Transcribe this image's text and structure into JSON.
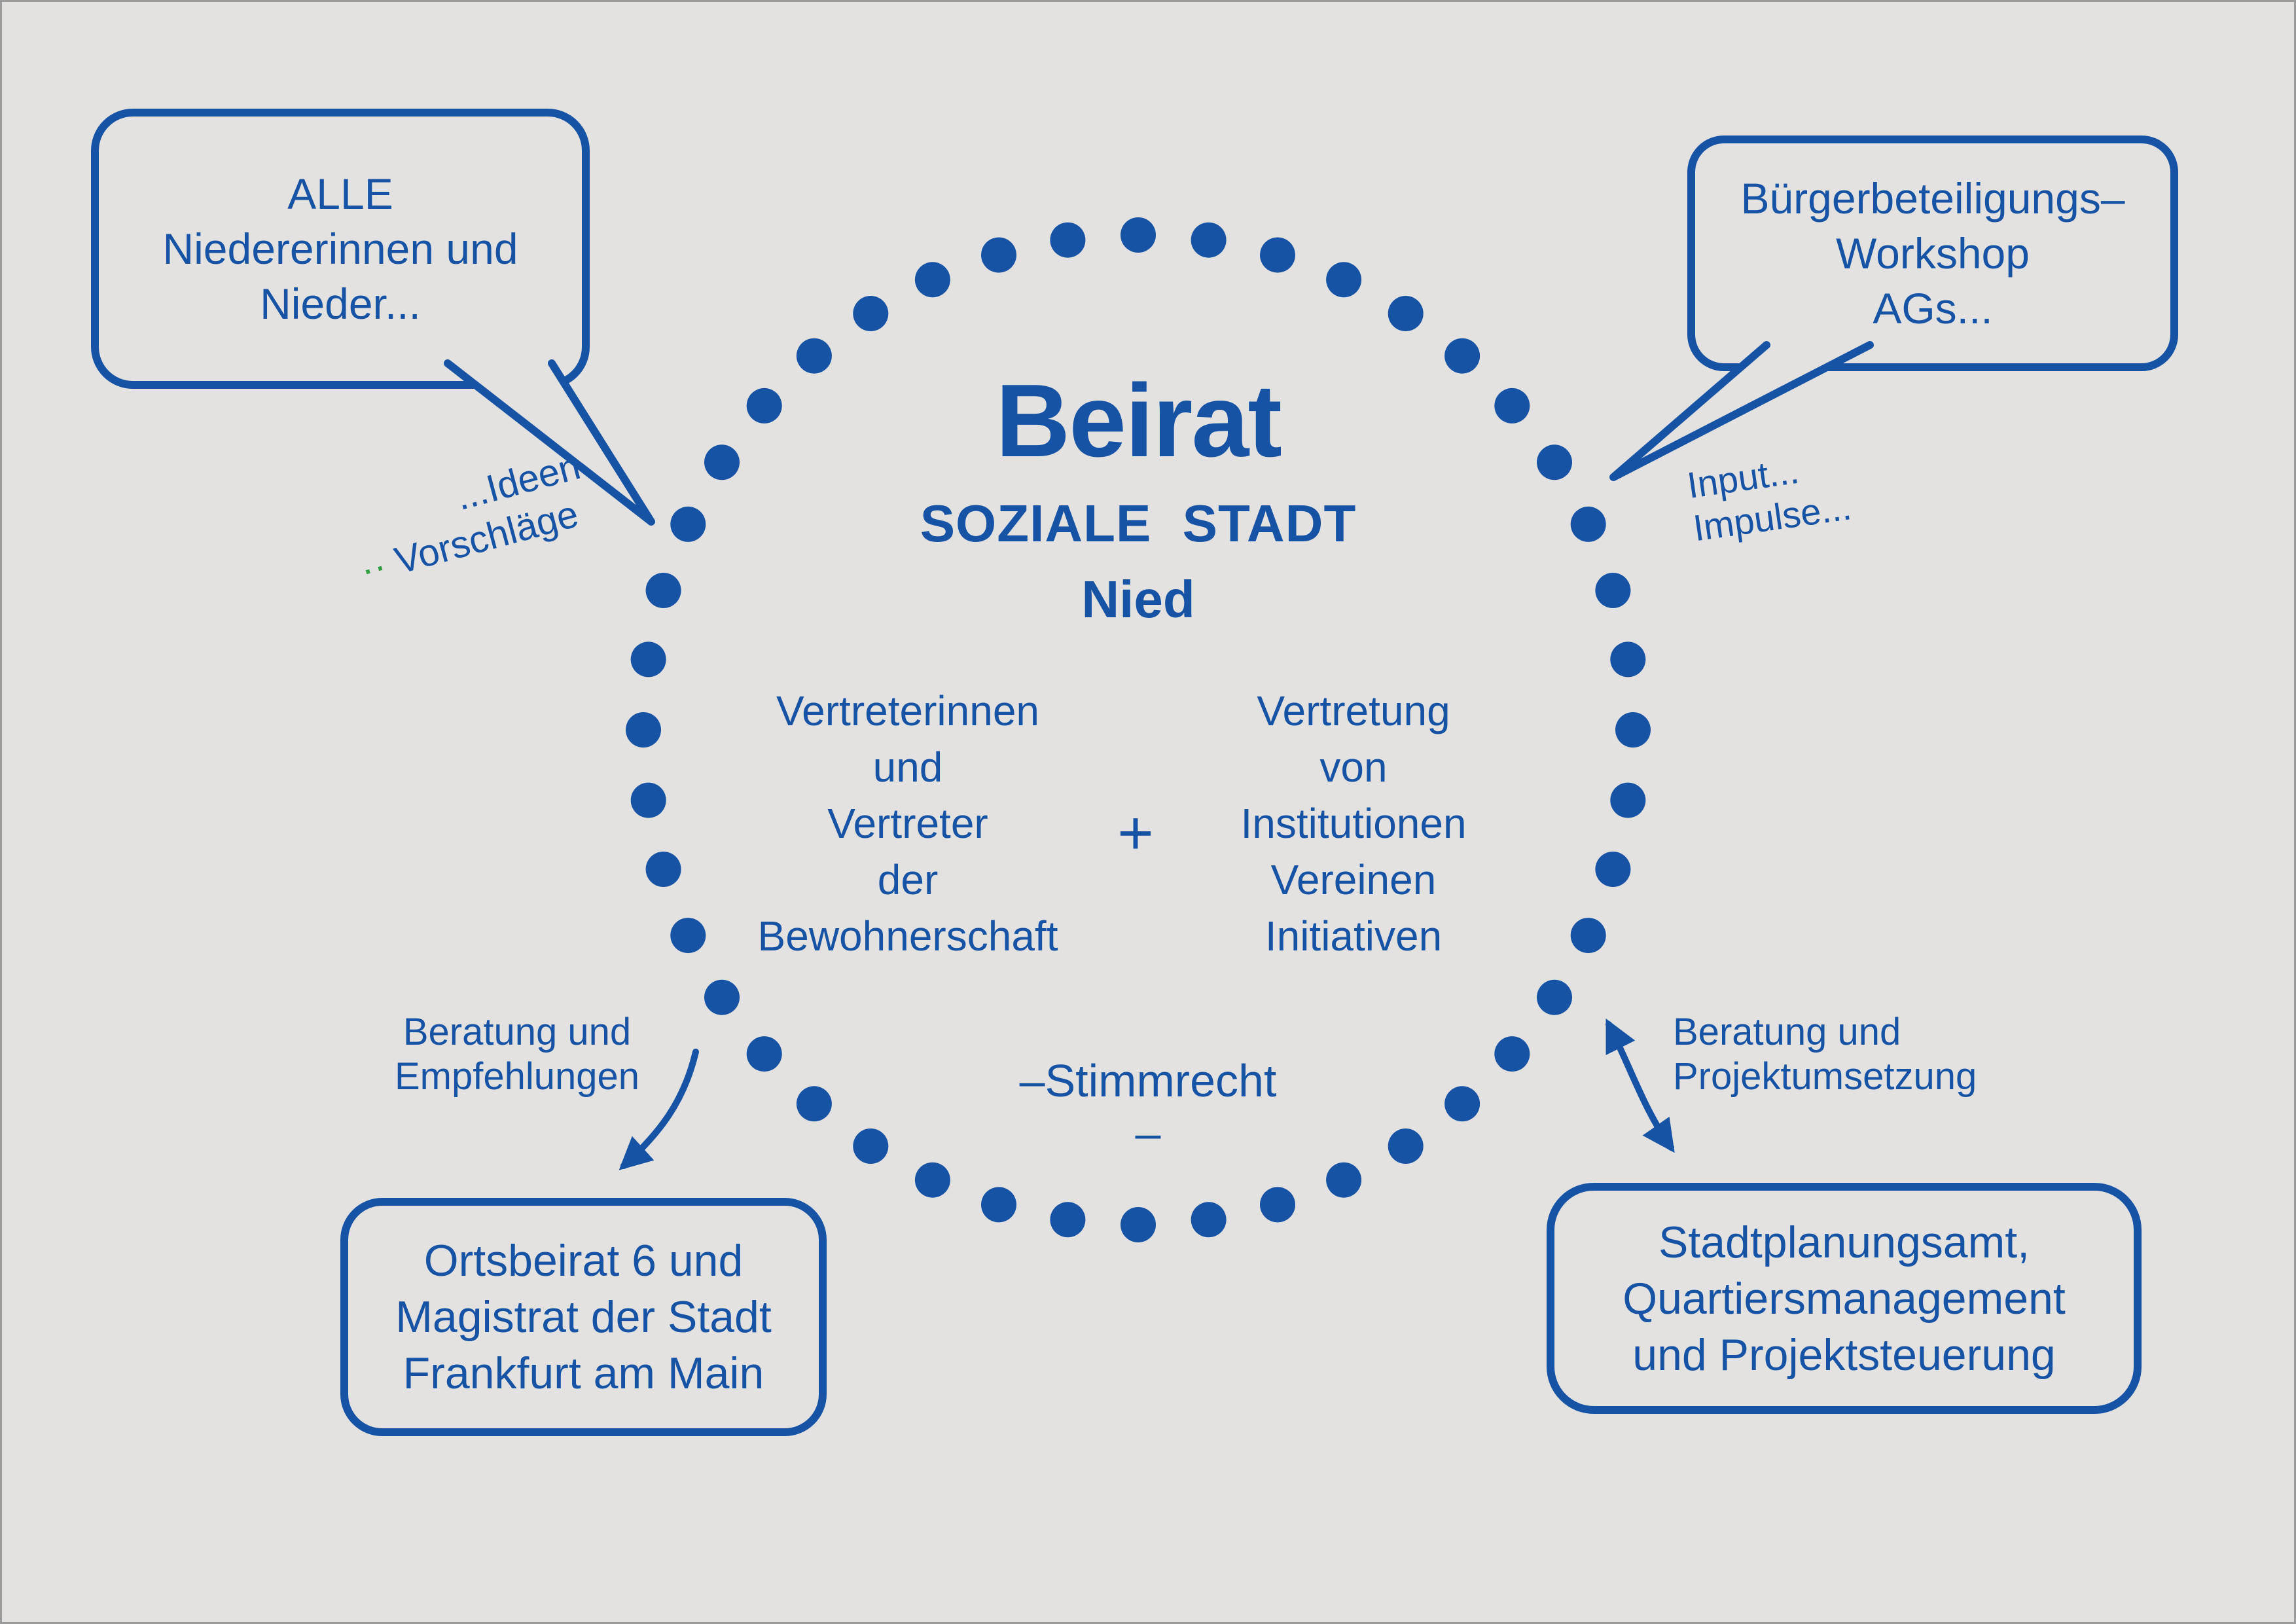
{
  "colors": {
    "accent": "#1653a5",
    "background": "#e3e2e0",
    "green_dots": "#2f9e41"
  },
  "center": {
    "title": "Beirat",
    "subtitle1": "SOZIALE STADT",
    "subtitle2": "Nied",
    "left_column": [
      "Vertreterinnen",
      "und",
      "Vertreter",
      "der",
      "Bewohnerschaft"
    ],
    "plus": "+",
    "right_column": [
      "Vertretung",
      "von",
      "Institutionen",
      "Vereinen",
      "Initiativen"
    ],
    "voting": "–Stimmrecht –"
  },
  "bubble_top_left": {
    "line1": "ALLE",
    "line2": "Niedererinnen und",
    "line3": "Nieder..."
  },
  "bubble_top_right": {
    "line1": "Bürgerbeteiligungs–",
    "line2": "Workshop",
    "line3": "AGs..."
  },
  "note_ideen": {
    "dots": "··",
    "line1": "...Ideen",
    "line2": "Vorschläge"
  },
  "note_input": {
    "line1": "Input...",
    "line2": "Impulse..."
  },
  "label_left": {
    "line1": "Beratung und",
    "line2": "Empfehlungen"
  },
  "label_right": {
    "line1": "Beratung und",
    "line2": "Projektumsetzung"
  },
  "box_bottom_left": {
    "line1": "Ortsbeirat 6 und",
    "line2": "Magistrat der Stadt",
    "line3": "Frankfurt am Main"
  },
  "box_bottom_right": {
    "line1": "Stadtplanungsamt,",
    "line2": "Quartiersmanagement",
    "line3": "und Projektsteuerung"
  }
}
